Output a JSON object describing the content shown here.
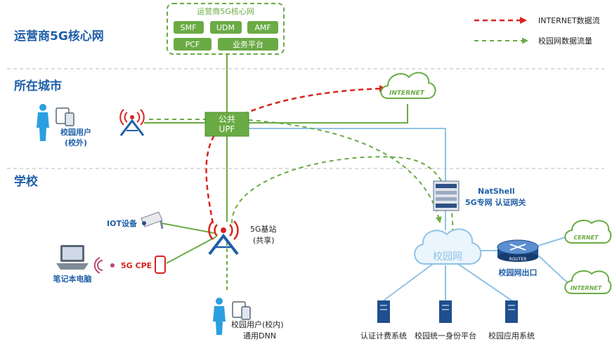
{
  "zones": {
    "operator_core": "运营商5G核心网",
    "city": "所在城市",
    "school": "学校"
  },
  "core_box": {
    "title": "运营商5G核心网",
    "nf1": "SMF",
    "nf2": "UDM",
    "nf3": "AMF",
    "nf4": "PCF",
    "nf5": "业务平台"
  },
  "legend": {
    "internet": "INTERNET数据流",
    "campus": "校园网数据流量"
  },
  "upf": {
    "line1": "公共",
    "line2": "UPF"
  },
  "internet_cloud": "INTERNET",
  "gateway": {
    "name": "NatShell",
    "desc": "5G专网 认证网关"
  },
  "campus_cloud": "校园网",
  "router": {
    "badge": "ROUTER",
    "label": "校园网出口"
  },
  "cernet": "CERNET",
  "internet2": "INTERNET",
  "base_station": {
    "line1": "5G基站",
    "line2": "(共享)"
  },
  "iot": "IOT设备",
  "cpe": "5G CPE",
  "laptop": "笔记本电脑",
  "user_out": {
    "line1": "校园用户",
    "line2": "(校外)"
  },
  "user_in": {
    "line1": "校园用户(校内)",
    "line2": "通用DNN"
  },
  "servers": {
    "s1": "认证计费系统",
    "s2": "校园统一身份平台",
    "s3": "校园应用系统"
  },
  "colors": {
    "blue": "#1f5fa8",
    "green": "#6aab45",
    "red": "#d9231d",
    "light_blue": "#8fc3e6"
  }
}
